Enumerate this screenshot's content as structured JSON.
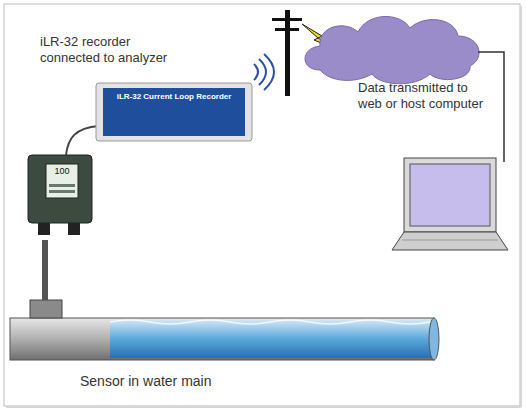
{
  "diagram": {
    "labels": [
      "iLR-32 recorder connected to analyzer",
      "iLR-32 Current Loop Recorder",
      "100",
      "Data transmitted to web or host computer",
      "Sensor in water main"
    ]
  }
}
